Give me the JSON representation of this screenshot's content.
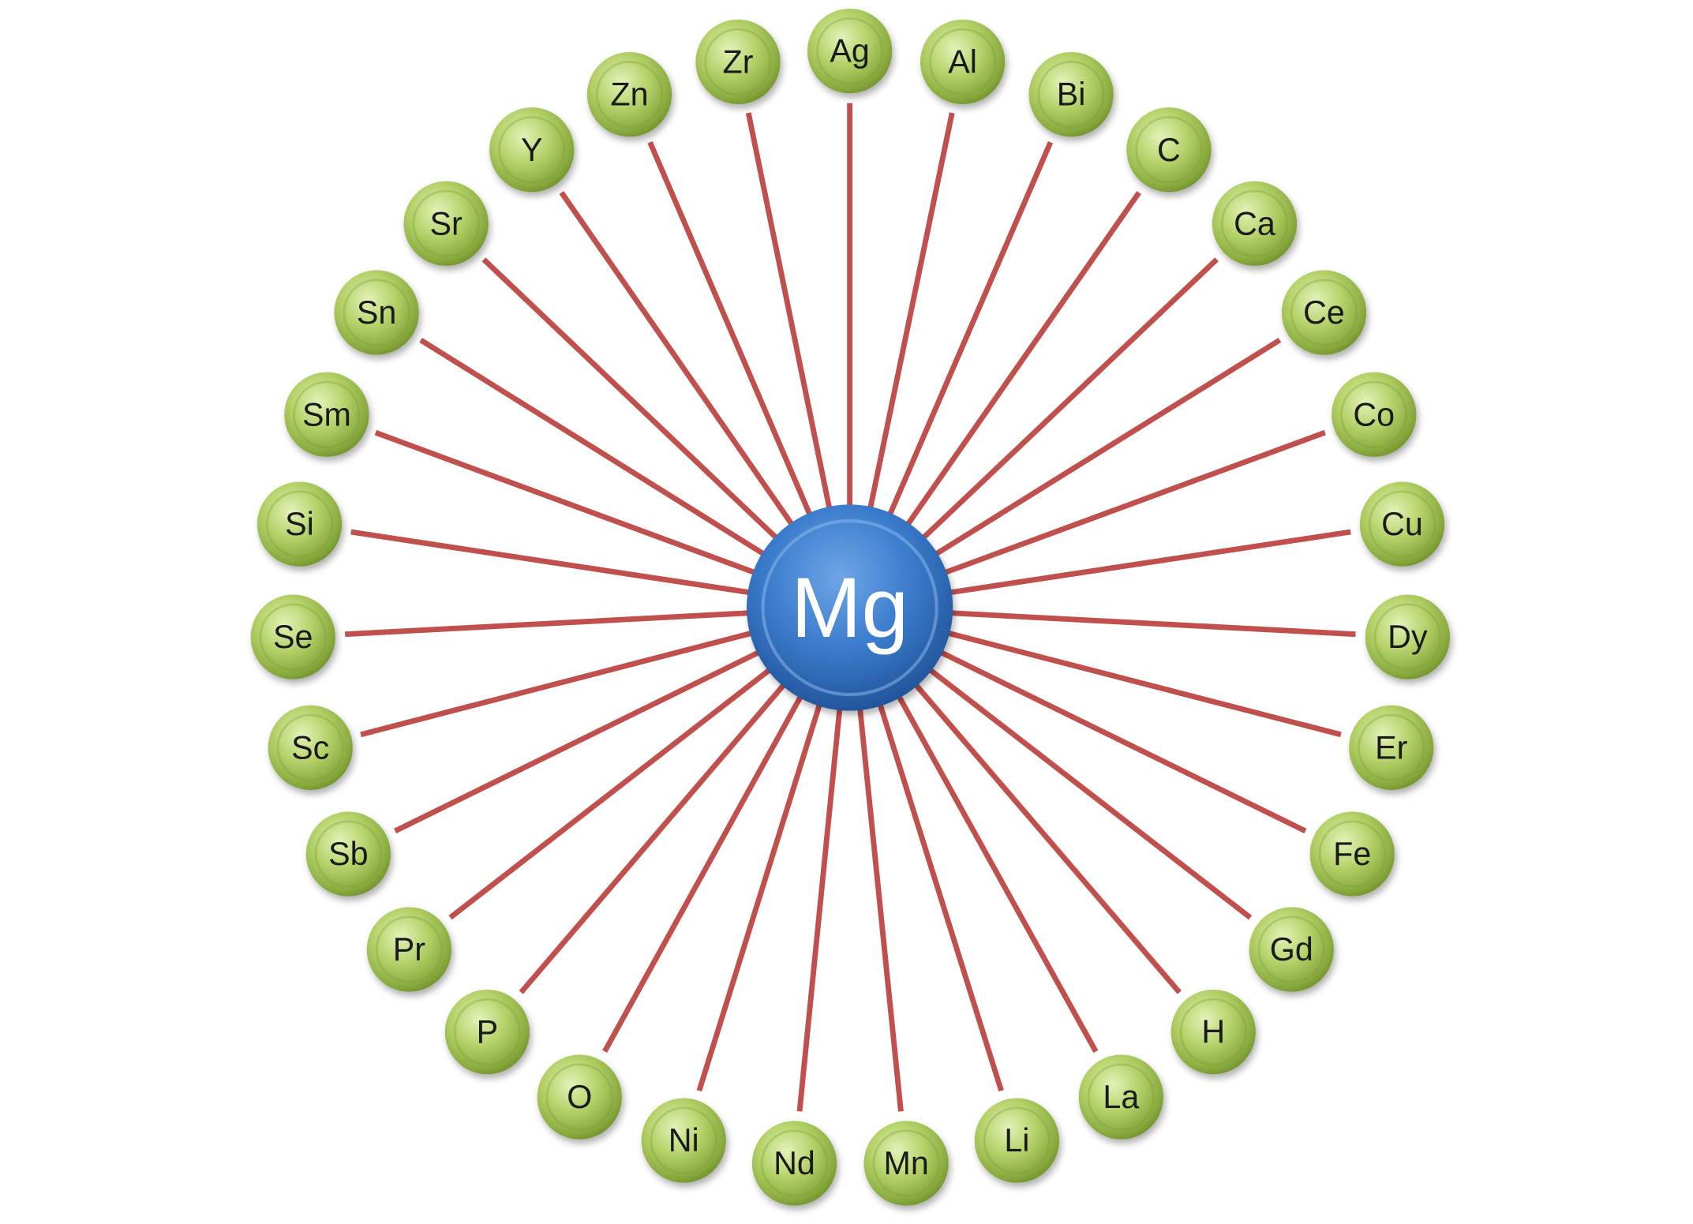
{
  "center": {
    "label": "Mg"
  },
  "elements": [
    "Ag",
    "Al",
    "Bi",
    "C",
    "Ca",
    "Ce",
    "Co",
    "Cu",
    "Dy",
    "Er",
    "Fe",
    "Gd",
    "H",
    "La",
    "Li",
    "Mn",
    "Nd",
    "Ni",
    "O",
    "P",
    "Pr",
    "Sb",
    "Sc",
    "Se",
    "Si",
    "Sm",
    "Sn",
    "Sr",
    "Y",
    "Zn",
    "Zr"
  ],
  "colors": {
    "line": "#c0504d",
    "node": "#9bbb59",
    "center": "#2e6fc0"
  }
}
